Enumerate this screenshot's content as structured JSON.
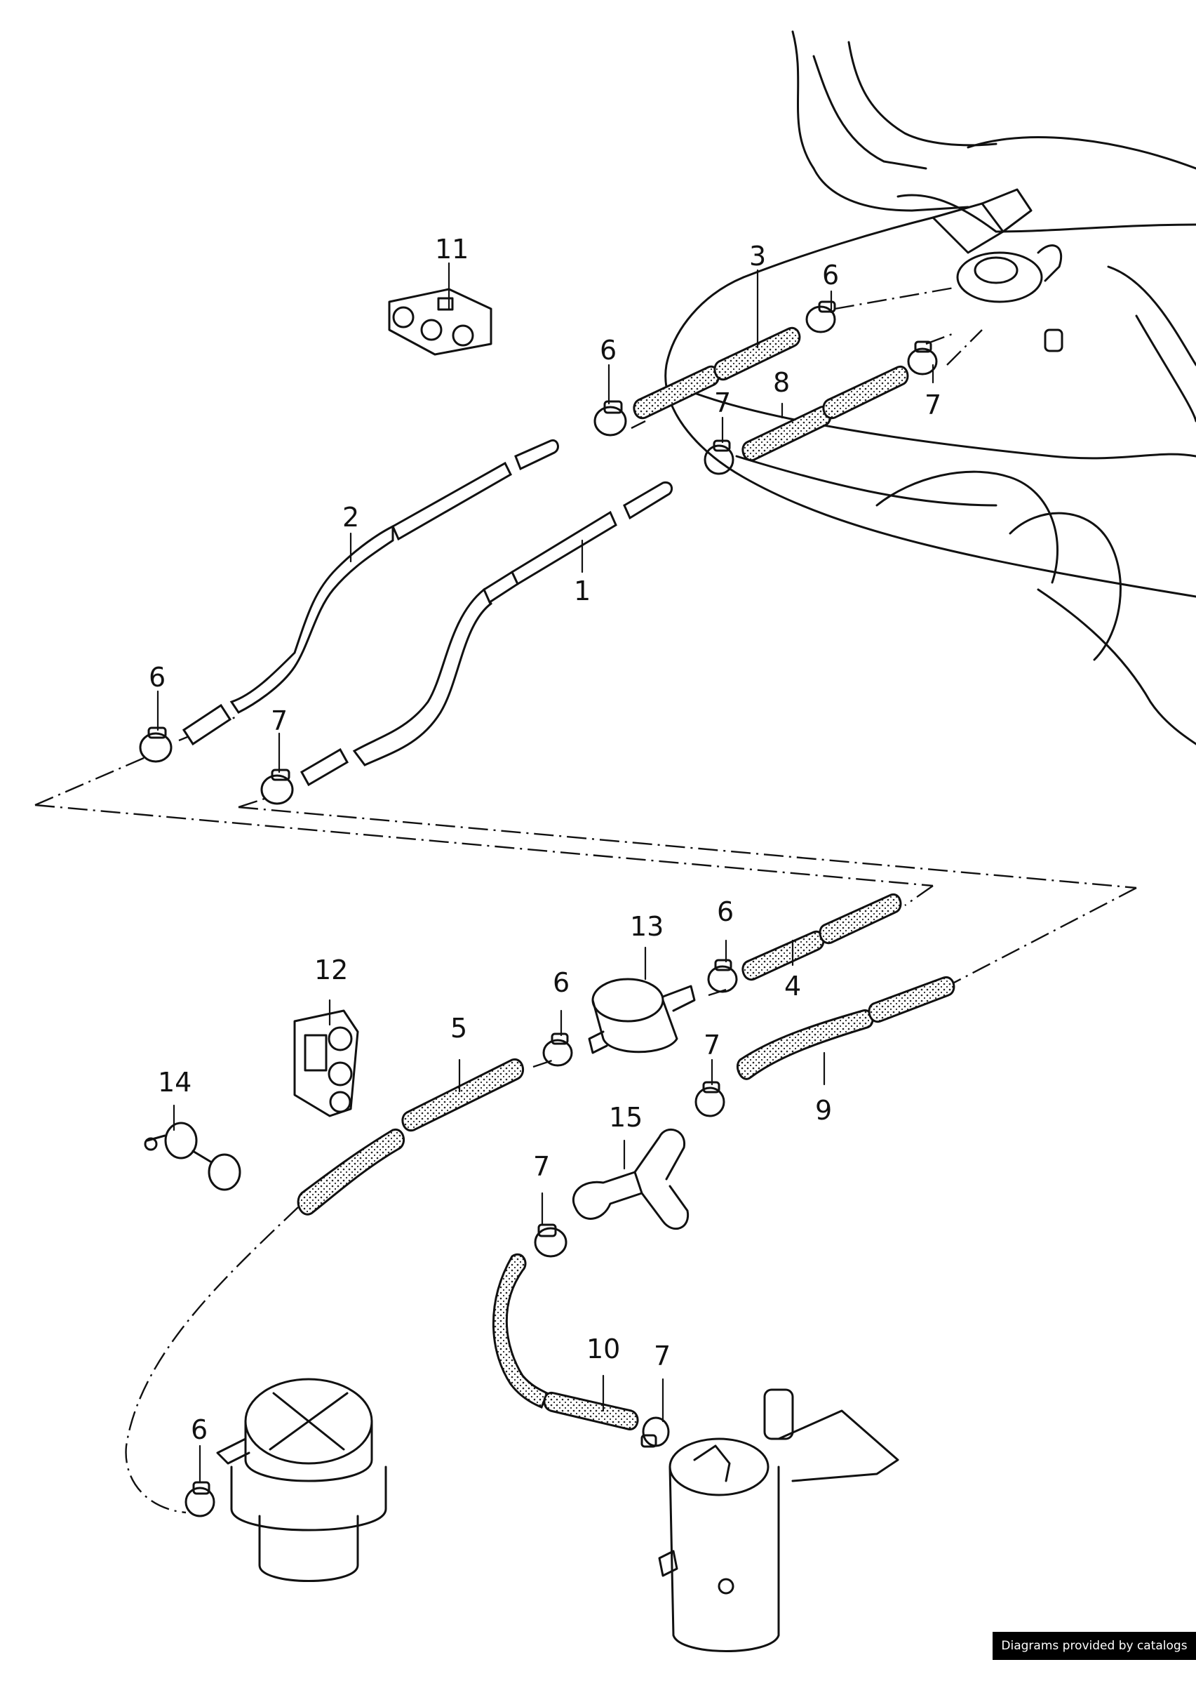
{
  "diagram": {
    "labels": [
      "1",
      "2",
      "3",
      "4",
      "5",
      "6",
      "7",
      "8",
      "9",
      "10",
      "11",
      "12",
      "13",
      "14",
      "15"
    ]
  },
  "footer": {
    "credit": "Diagrams provided by catalogs parts"
  }
}
